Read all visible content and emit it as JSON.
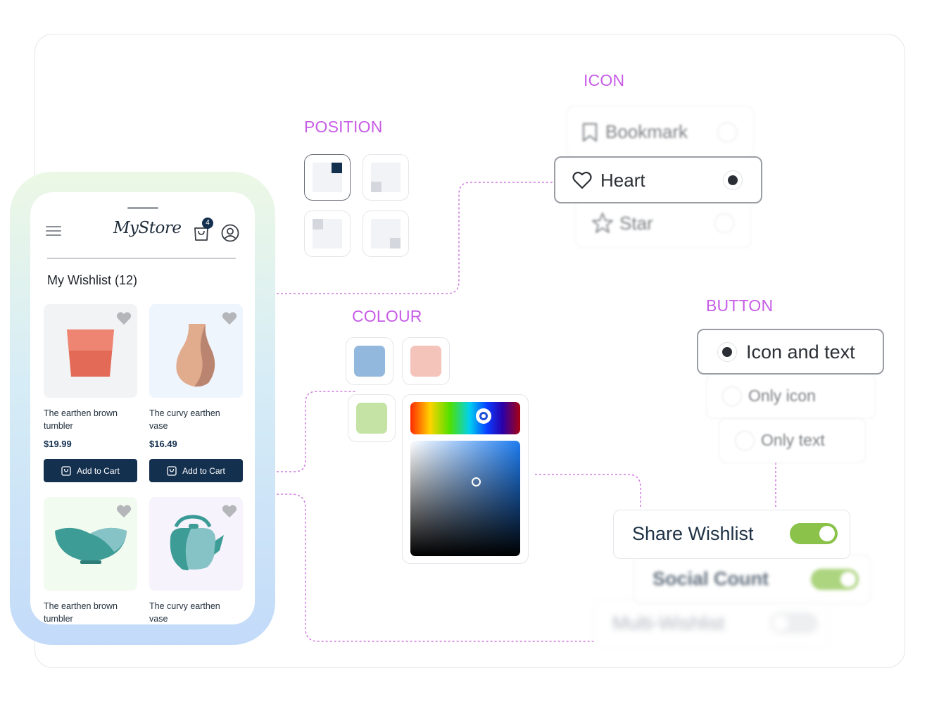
{
  "colors": {
    "section_label": "#c75ce6",
    "navy": "#14304f",
    "toggle_on": "#8bc34a",
    "toggle_off": "#cfd3d8",
    "connector": "#d17ae0"
  },
  "sections": {
    "position": "POSITION",
    "icon": "ICON",
    "colour": "COLOUR",
    "button": "BUTTON"
  },
  "phone": {
    "logo": "MyStore",
    "cart_count": "4",
    "title": "My Wishlist (12)",
    "products": [
      {
        "name": "The earthen brown tumbler",
        "price": "$19.99",
        "button": "Add to Cart"
      },
      {
        "name": "The curvy earthen vase",
        "price": "$16.49",
        "button": "Add to Cart"
      },
      {
        "name": "The earthen brown tumbler"
      },
      {
        "name": "The curvy earthen vase"
      }
    ]
  },
  "position_options": [
    "top-right",
    "bottom-left",
    "top-left",
    "bottom-right"
  ],
  "position_selected": "top-right",
  "icon_options": [
    {
      "label": "Bookmark",
      "icon": "bookmark-icon",
      "selected": false
    },
    {
      "label": "Heart",
      "icon": "heart-icon",
      "selected": true
    },
    {
      "label": "Star",
      "icon": "star-icon",
      "selected": false
    }
  ],
  "colour_swatches": [
    "#93b8dd",
    "#f4c3b9",
    "#c6e3a6"
  ],
  "button_options": [
    {
      "label": "Icon and text",
      "selected": true
    },
    {
      "label": "Only icon",
      "selected": false
    },
    {
      "label": "Only text",
      "selected": false
    }
  ],
  "toggles": [
    {
      "label": "Share Wishlist",
      "on": true
    },
    {
      "label": "Social Count",
      "on": true
    },
    {
      "label": "Multi-Wishlist",
      "on": false
    }
  ]
}
